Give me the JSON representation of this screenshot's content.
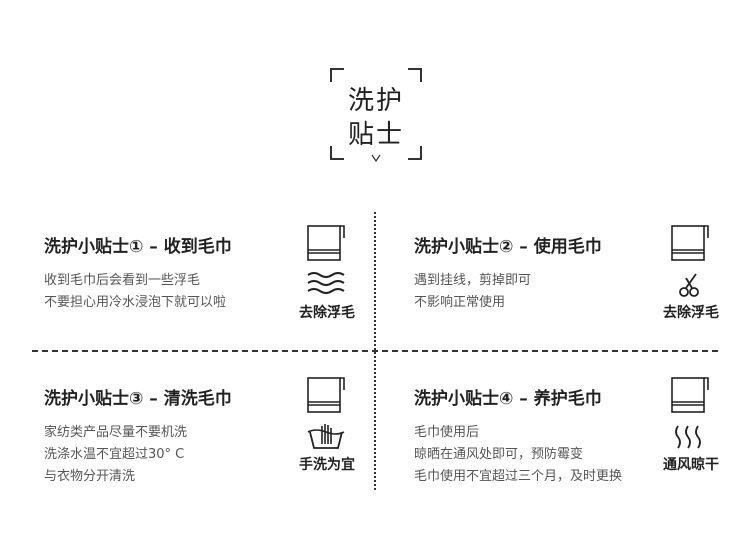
{
  "header": {
    "title_line1": "洗护",
    "title_line2": "贴士"
  },
  "tips": [
    {
      "title": "洗护小贴士① – 收到毛巾",
      "lines": [
        "收到毛巾后会看到一些浮毛",
        "不要担心用冷水浸泡下就可以啦"
      ],
      "icon": "waves-icon",
      "icon_label": "去除浮毛"
    },
    {
      "title": "洗护小贴士② – 使用毛巾",
      "lines": [
        "遇到挂线，剪掉即可",
        "不影响正常使用"
      ],
      "icon": "scissors-icon",
      "icon_label": "去除浮毛"
    },
    {
      "title": "洗护小贴士③ – 清洗毛巾",
      "lines": [
        "家纺类产品尽量不要机洗",
        "洗涤水温不宜超过30° C",
        "与衣物分开清洗"
      ],
      "icon": "hand-wash-icon",
      "icon_label": "手洗为宜"
    },
    {
      "title": "洗护小贴士④ – 养护毛巾",
      "lines": [
        "毛巾使用后",
        "晾晒在通风处即可，预防霉变",
        "毛巾使用不宜超过三个月，及时更换"
      ],
      "icon": "steam-icon",
      "icon_label": "通风晾干"
    }
  ]
}
